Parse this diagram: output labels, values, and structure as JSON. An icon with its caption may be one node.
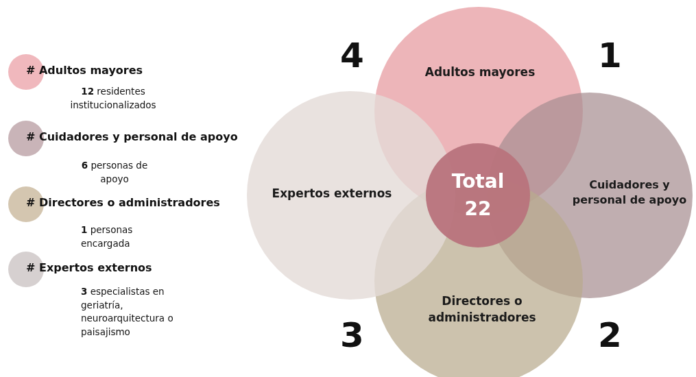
{
  "diagram": {
    "nodes": [
      {
        "text": [
          "Adultos mayores"
        ]
      },
      {
        "text": [
          "Cuidadores y personal de apoyo"
        ]
      },
      {
        "text": [
          "Directores o administradores"
        ]
      },
      {
        "text": [
          "Expertos externos"
        ]
      },
      {
        "text": [
          "Total",
          "22"
        ]
      }
    ],
    "labels": [
      "4",
      "1",
      "3",
      "2",
      "**12**  residentes institucionalizados",
      "**6**  personas de apoyo",
      "**1** personas encargada",
      "**3** especialistas en geriatría, neuroarquitectura o paisajismo"
    ],
    "legend": [
      {
        "text": "# Adultos mayores",
        "color": "#f0b8bd"
      },
      {
        "text": "# Cuidadores y personal de apoyo",
        "color": "#c9b4b8"
      },
      {
        "text": "# Directores o administradores",
        "color": "#d4c6b0"
      },
      {
        "text": "# Expertos externos",
        "color": "#d6d0d0"
      }
    ]
  }
}
